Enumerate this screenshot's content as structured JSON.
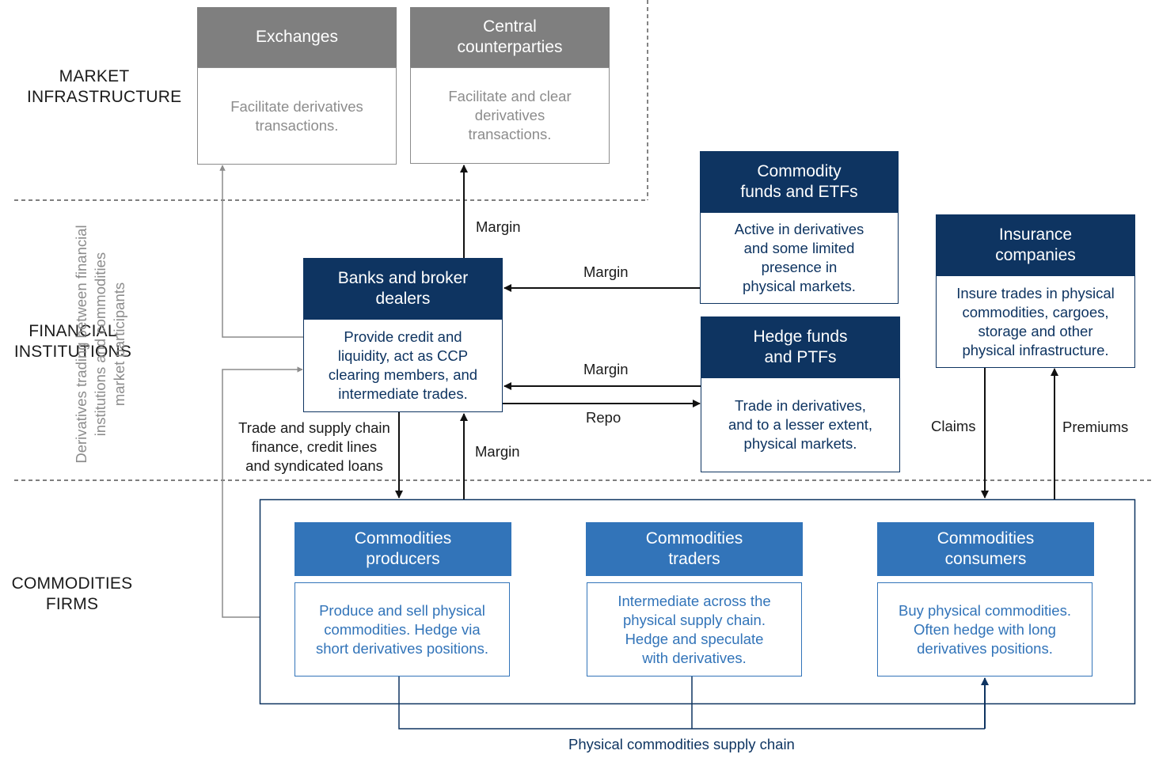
{
  "sections": {
    "market_infrastructure": "MARKET\nINFRASTRUCTURE",
    "financial_institutions": "FINANCIAL\nINSTITUTIONS",
    "commodities_firms": "COMMODITIES\nFIRMS"
  },
  "boxes": {
    "exchanges": {
      "title": "Exchanges",
      "body": "Facilitate derivatives\ntransactions."
    },
    "ccp": {
      "title": "Central\ncounterparties",
      "body": "Facilitate and clear\nderivatives\ntransactions."
    },
    "banks": {
      "title": "Banks and broker\ndealers",
      "body": "Provide credit and\nliquidity, act as CCP\nclearing members, and\nintermediate trades."
    },
    "funds_etfs": {
      "title": "Commodity\nfunds and ETFs",
      "body": "Active in derivatives\nand some limited\npresence in\nphysical markets."
    },
    "hedge_funds": {
      "title": "Hedge funds\nand PTFs",
      "body": "Trade in derivatives,\nand to a lesser extent,\nphysical markets."
    },
    "insurance": {
      "title": "Insurance\ncompanies",
      "body": "Insure trades in physical\ncommodities, cargoes,\nstorage and other\nphysical infrastructure."
    },
    "producers": {
      "title": "Commodities\nproducers",
      "body": "Produce and sell physical\ncommodities. Hedge via\nshort derivatives positions."
    },
    "traders": {
      "title": "Commodities\ntraders",
      "body": "Intermediate across the\nphysical supply chain.\nHedge and speculate\nwith derivatives."
    },
    "consumers": {
      "title": "Commodities\nconsumers",
      "body": "Buy physical commodities.\nOften hedge with long\nderivatives positions."
    }
  },
  "flows": {
    "margin_to_ccp": "Margin",
    "margin_from_funds": "Margin",
    "margin_from_hedge": "Margin",
    "repo": "Repo",
    "margin_from_firms": "Margin",
    "finance": "Trade and supply chain\nfinance, credit lines\nand syndicated loans",
    "claims": "Claims",
    "premiums": "Premiums",
    "supply_chain": "Physical commodities supply chain",
    "derivatives_trading": "Derivatives trading between financial\ninstitutions and commodities\nmarket participants"
  },
  "colors": {
    "navy": "#0e3461",
    "blue": "#3274b9",
    "grey_header": "#7f7f7f",
    "grey_text": "#8c8c8c"
  }
}
